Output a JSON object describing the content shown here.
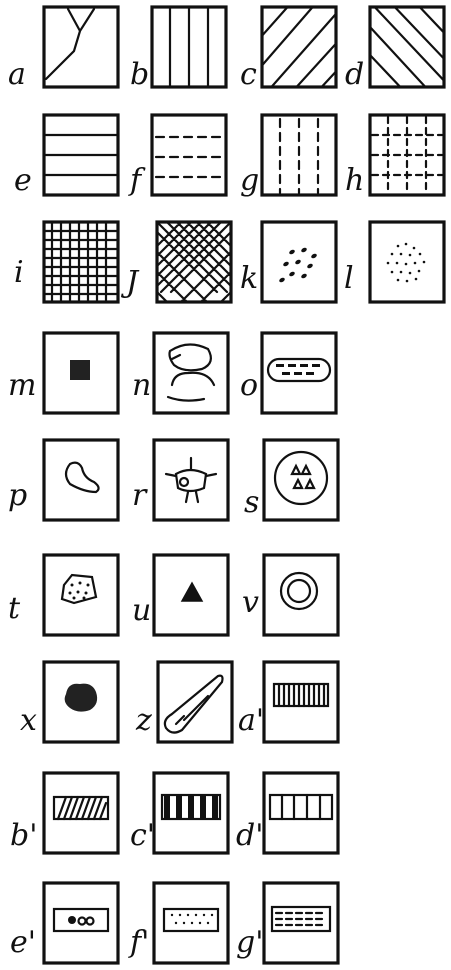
{
  "legend": {
    "cells": [
      {
        "label": "a",
        "symbol": "split-diagonal"
      },
      {
        "label": "b",
        "symbol": "vertical-lines"
      },
      {
        "label": "c",
        "symbol": "hatch-forward"
      },
      {
        "label": "d",
        "symbol": "hatch-back"
      },
      {
        "label": "e",
        "symbol": "horizontal-lines"
      },
      {
        "label": "f",
        "symbol": "dashed-horizontal"
      },
      {
        "label": "g",
        "symbol": "dashed-vertical"
      },
      {
        "label": "h",
        "symbol": "dashed-grid"
      },
      {
        "label": "i",
        "symbol": "grid"
      },
      {
        "label": "J",
        "symbol": "crosshatch"
      },
      {
        "label": "k",
        "symbol": "dashes-cluster"
      },
      {
        "label": "l",
        "symbol": "dots-cluster"
      },
      {
        "label": "m",
        "symbol": "dark-blot"
      },
      {
        "label": "n",
        "symbol": "curved-lines"
      },
      {
        "label": "o",
        "symbol": "band-dashes"
      },
      {
        "label": "p",
        "symbol": "blob-outline"
      },
      {
        "label": "r",
        "symbol": "spiked-figure"
      },
      {
        "label": "s",
        "symbol": "circle-triangles"
      },
      {
        "label": "t",
        "symbol": "dotted-polygon"
      },
      {
        "label": "u",
        "symbol": "filled-triangle"
      },
      {
        "label": "v",
        "symbol": "double-circle"
      },
      {
        "label": "x",
        "symbol": "dark-rock"
      },
      {
        "label": "z",
        "symbol": "elongated-form"
      },
      {
        "label": "a'",
        "symbol": "vertical-stripe-rect"
      },
      {
        "label": "b'",
        "symbol": "diagonal-rect"
      },
      {
        "label": "c'",
        "symbol": "block-stripe-rect"
      },
      {
        "label": "d'",
        "symbol": "sparse-stripe-rect"
      },
      {
        "label": "e'",
        "symbol": "rect-with-forms"
      },
      {
        "label": "f'",
        "symbol": "dotted-rect"
      },
      {
        "label": "g'",
        "symbol": "dashed-rect"
      }
    ]
  }
}
